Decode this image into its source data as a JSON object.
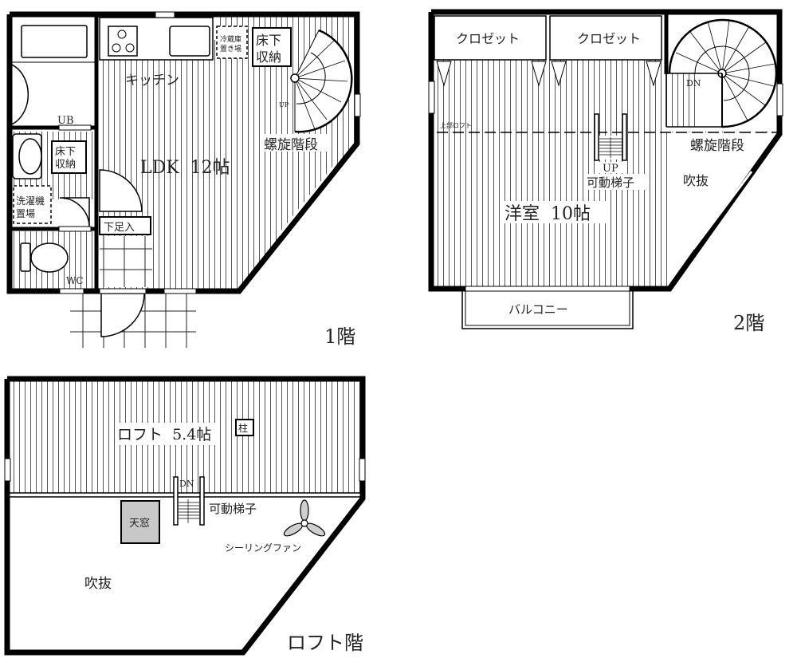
{
  "floors": {
    "f1": {
      "title": "1階",
      "rooms": {
        "ldk": "LDK  12帖",
        "kitchen": "キッチン",
        "ub": "UB",
        "storage_a": [
          "床下",
          "収納"
        ],
        "storage_b": [
          "床下",
          "収納"
        ],
        "fridge": [
          "冷蔵庫",
          "置き場"
        ],
        "washer": [
          "洗濯機",
          "置場"
        ],
        "wc": "WC",
        "shoe": "下足入",
        "spiral": "螺旋階段",
        "up": "UP"
      }
    },
    "f2": {
      "title": "2階",
      "rooms": {
        "closet1": "クロゼット",
        "closet2": "クロゼット",
        "western": "洋室  10帖",
        "ladder": "可動梯子",
        "up": "UP",
        "dn": "DN",
        "void": "吹抜",
        "spiral": "螺旋階段",
        "loft_above": "上部ロフト",
        "balcony": "バルコニー"
      }
    },
    "loft": {
      "title": "ロフト階",
      "rooms": {
        "loft": "ロフト  5.4帖",
        "pillar": "柱",
        "dn": "DN",
        "ladder": "可動梯子",
        "skylight": "天窓",
        "fan": "シーリングファン",
        "void": "吹抜"
      }
    }
  },
  "colors": {
    "wall": "#000000",
    "hatch": "#555555",
    "skylight": "#c8c8c8",
    "fan": "#cfcfcf"
  }
}
